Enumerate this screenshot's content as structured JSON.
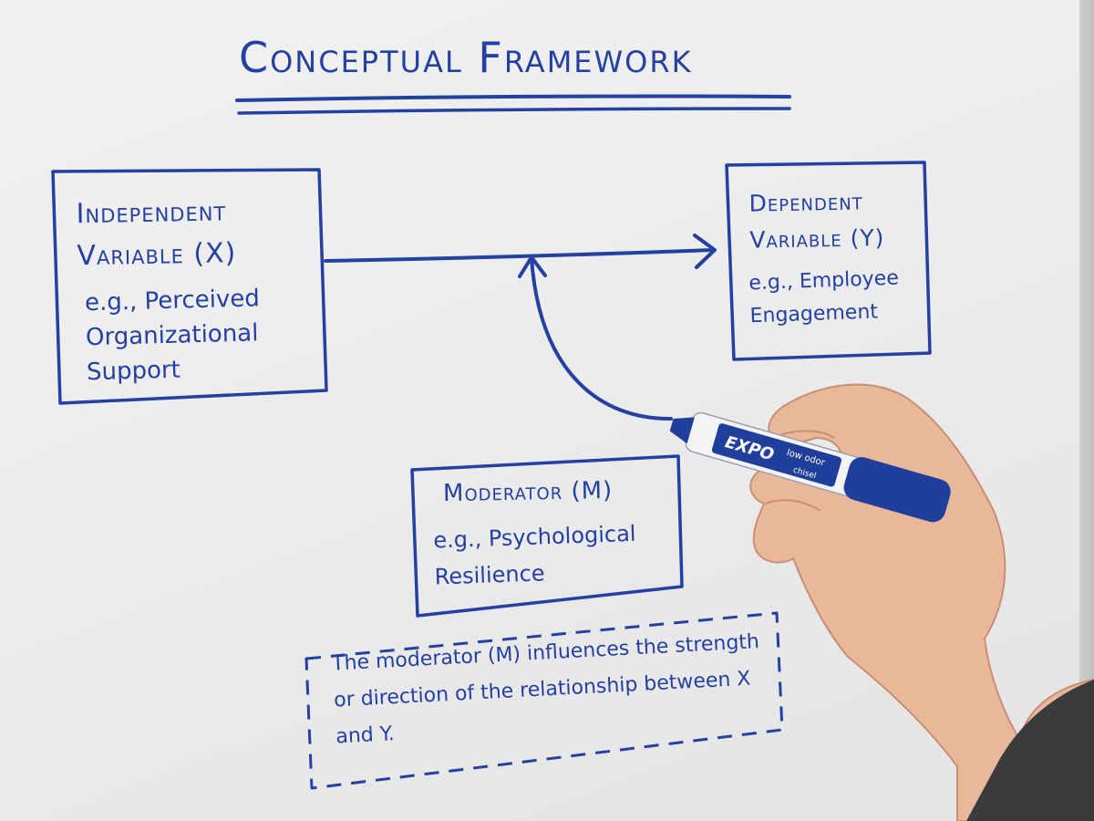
{
  "title": "Conceptual Framework",
  "independent": {
    "label": "Independent Variable (X)",
    "example": "e.g., Perceived Organizational Support"
  },
  "dependent": {
    "label": "Dependent Variable (Y)",
    "example": "e.g., Employee Engagement"
  },
  "moderator": {
    "label": "Moderator (M)",
    "example": "e.g., Psychological Resilience"
  },
  "note": "The moderator (M) influences the strength or direction of the relationship between X and Y.",
  "marker": {
    "brand": "EXPO",
    "tag": "low odor",
    "tip": "chisel"
  },
  "colors": {
    "ink": "#2440a0",
    "board": "#ececec",
    "marker_body": "#1f3f9a"
  },
  "icons": [
    "arrow-icon",
    "marker-icon",
    "hand-icon"
  ]
}
